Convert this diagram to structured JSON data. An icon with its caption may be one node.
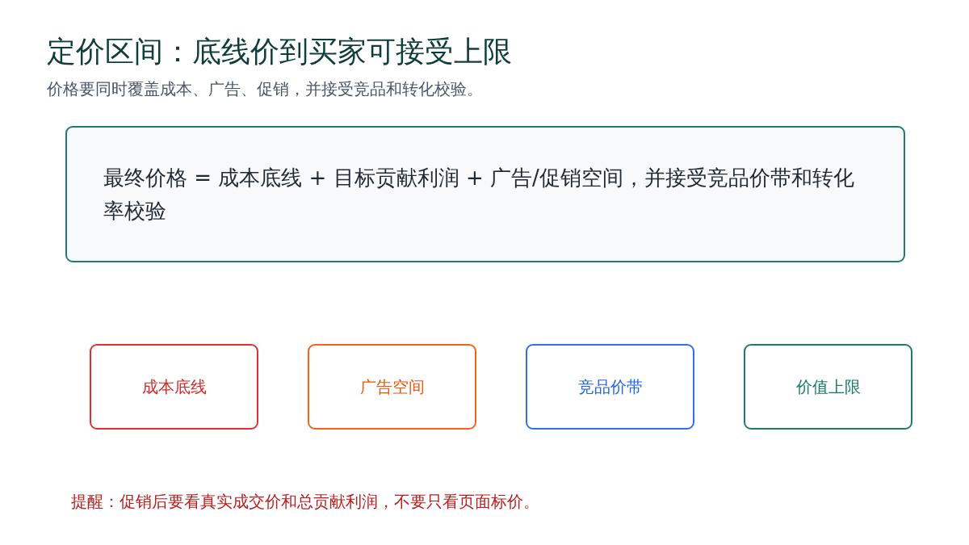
{
  "diagram": {
    "title": "定价区间：底线价到买家可接受上限",
    "nodes": [
      {
        "text": [
          "最终价格 = 成本底线 + 目标贡献利润 + 广告/促销空间，并接受竞品价带和转化率校验"
        ]
      },
      {
        "text": [
          "成本底线"
        ]
      },
      {
        "text": [
          "广告空间"
        ]
      },
      {
        "text": [
          "竞品价带"
        ]
      },
      {
        "text": [
          "价值上限"
        ]
      }
    ],
    "labels": [
      "价格要同时覆盖成本、广告、促销，并接受竞品和转化校验。",
      "提醒：促销后要看真实成交价和总贡献利润，不要只看页面标价。"
    ]
  }
}
